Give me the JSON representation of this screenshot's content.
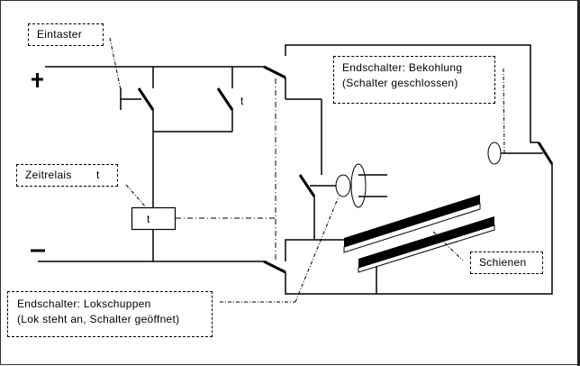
{
  "diagram": {
    "type": "circuit",
    "colors": {
      "line": "#000000",
      "background": "#ffffff"
    },
    "polarity": {
      "plus": "+",
      "minus": "−"
    },
    "labels": {
      "eintaster": "Eintaster",
      "zeitrelais_title": "Zeitrelais",
      "zeitrelais_symbol": "t",
      "relay_box_symbol": "t",
      "timer_contact_symbol": "t",
      "bekohlung_line1": "Endschalter: Bekohlung",
      "bekohlung_line2": "(Schalter geschlossen)",
      "lokschuppen_line1": "Endschalter: Lokschuppen",
      "lokschuppen_line2": "(Lok steht an, Schalter geöffnet)",
      "schienen": "Schienen"
    },
    "components": [
      {
        "id": "plus-rail",
        "kind": "power-rail"
      },
      {
        "id": "minus-rail",
        "kind": "power-rail"
      },
      {
        "id": "eintaster",
        "kind": "push-button"
      },
      {
        "id": "timer-contact",
        "kind": "switch"
      },
      {
        "id": "time-relay",
        "kind": "relay"
      },
      {
        "id": "switch-top",
        "kind": "switch"
      },
      {
        "id": "switch-bottom",
        "kind": "switch"
      },
      {
        "id": "limit-switch-shed",
        "kind": "limit-switch"
      },
      {
        "id": "limit-switch-coaling",
        "kind": "limit-switch"
      },
      {
        "id": "rails",
        "kind": "track"
      }
    ]
  }
}
